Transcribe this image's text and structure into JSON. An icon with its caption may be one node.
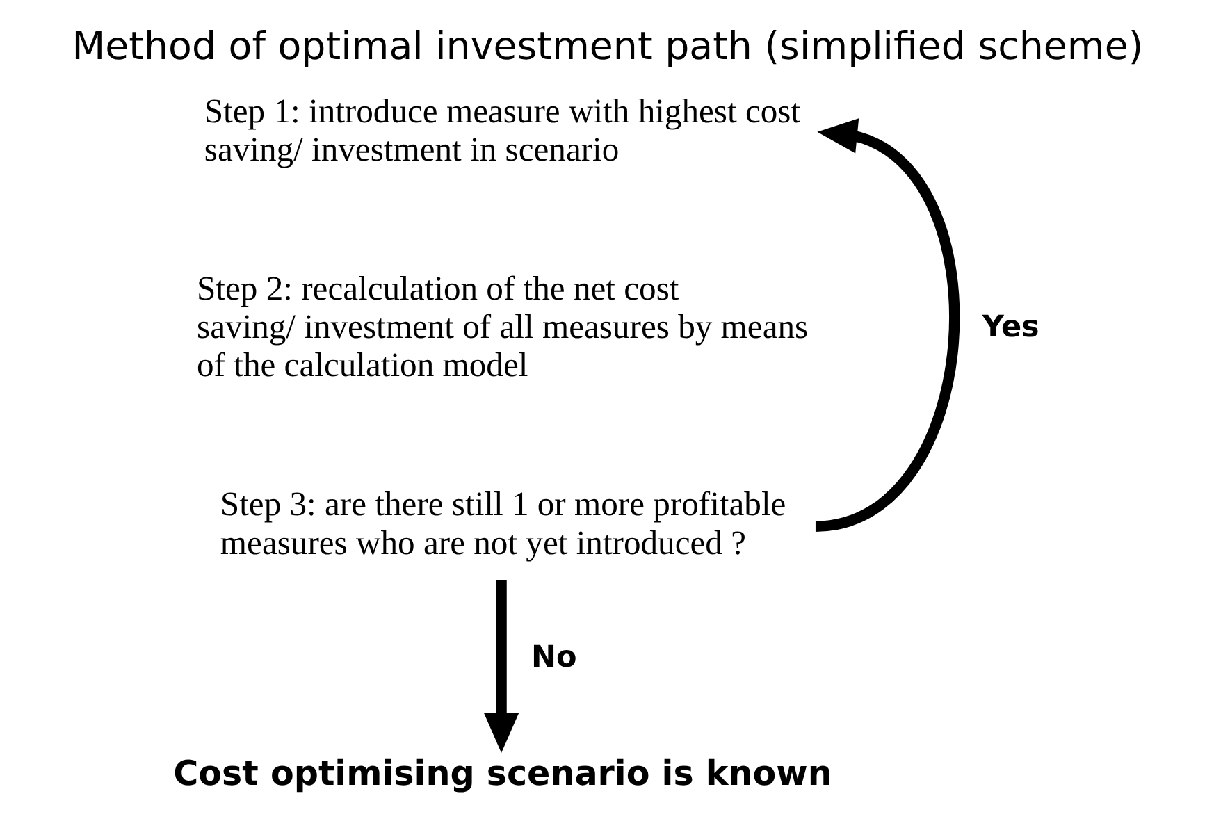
{
  "diagram": {
    "title": "Method of optimal investment path (simplified scheme)",
    "nodes": [
      {
        "text": [
          "Step 1: introduce measure with highest cost saving/ investment in scenario"
        ]
      },
      {
        "text": [
          "Step 2: recalculation of the net cost saving/ investment of all measures by means of the calculation model"
        ]
      },
      {
        "text": [
          "Step 3: are there still 1 or more profitable measures who are not yet introduced ?"
        ]
      },
      {
        "text": [
          "Cost optimising scenario is known"
        ]
      }
    ],
    "edges": [
      {
        "from": 2,
        "to": 0,
        "arrow": "to",
        "label": "Yes"
      },
      {
        "from": 2,
        "to": 3,
        "arrow": "to",
        "label": "No"
      }
    ]
  }
}
